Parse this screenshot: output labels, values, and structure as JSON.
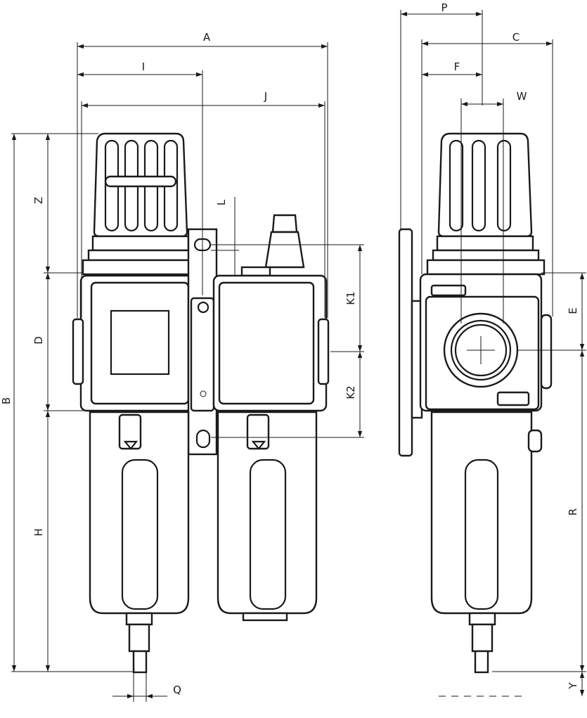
{
  "dimensions": {
    "A": "A",
    "I": "I",
    "J": "J",
    "L": "L",
    "Z": "Z",
    "D": "D",
    "H": "H",
    "B": "B",
    "K1": "K1",
    "K2": "K2",
    "Q": "Q",
    "P": "P",
    "C": "C",
    "F": "F",
    "W": "W",
    "E": "E",
    "R": "R",
    "Y": "Y"
  }
}
